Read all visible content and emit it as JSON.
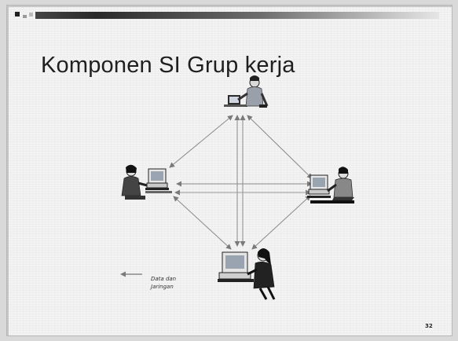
{
  "slide": {
    "title": "Komponen SI Grup kerja",
    "legend": {
      "line1": "Data dan",
      "line2": "Jaringan"
    },
    "page_number": "32"
  },
  "diagram": {
    "nodes": [
      {
        "id": "top",
        "icon": "person-at-computer-icon"
      },
      {
        "id": "left",
        "icon": "person-at-computer-icon"
      },
      {
        "id": "right",
        "icon": "person-at-computer-icon"
      },
      {
        "id": "bottom",
        "icon": "person-at-computer-icon"
      }
    ],
    "connections": [
      [
        "top",
        "left"
      ],
      [
        "top",
        "right"
      ],
      [
        "top",
        "bottom"
      ],
      [
        "left",
        "right"
      ],
      [
        "left",
        "bottom"
      ],
      [
        "right",
        "bottom"
      ]
    ],
    "colors": {
      "line": "#8a8a8a",
      "title": "#1f1f1f"
    }
  }
}
